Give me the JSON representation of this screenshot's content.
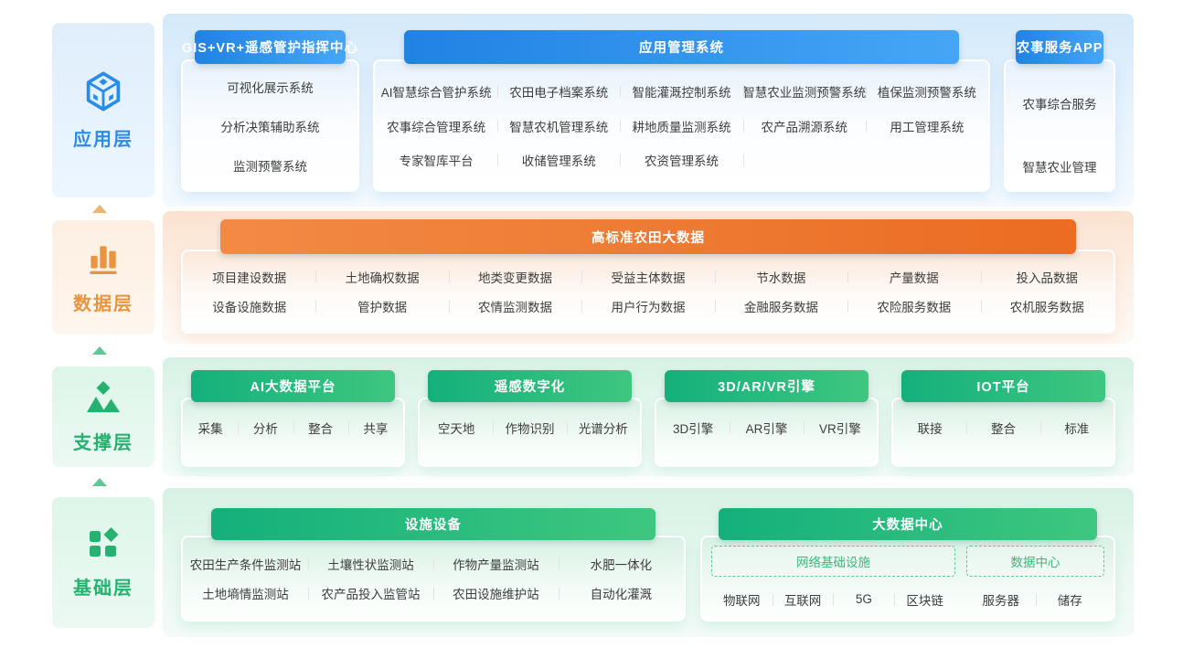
{
  "colors": {
    "blue_accent": "#2a8ce9",
    "blue_header_start": "#2182e4",
    "blue_header_end": "#46a6f5",
    "orange_accent": "#e9953f",
    "orange_header_start": "#f28a45",
    "orange_header_end": "#eb6c22",
    "green_accent": "#27b170",
    "green_header_start": "#14b07c",
    "green_header_end": "#3ec77f",
    "item_text": "#3d3d3d"
  },
  "layers": {
    "app": {
      "label": "应用层",
      "gis_panel": {
        "title": "GIS+VR+遥感管护指挥中心",
        "items": [
          "可视化展示系统",
          "分析决策辅助系统",
          "监测预警系统"
        ]
      },
      "mgmt_panel": {
        "title": "应用管理系统",
        "rows": [
          [
            "AI智慧综合管护系统",
            "农田电子档案系统",
            "智能灌溉控制系统",
            "智慧农业监测预警系统",
            "植保监测预警系统"
          ],
          [
            "农事综合管理系统",
            "智慧农机管理系统",
            "耕地质量监测系统",
            "农产品溯源系统",
            "用工管理系统"
          ],
          [
            "专家智库平台",
            "收储管理系统",
            "农资管理系统"
          ]
        ]
      },
      "app_panel": {
        "title": "农事服务APP",
        "items": [
          "农事综合服务",
          "智慧农业管理"
        ]
      }
    },
    "data": {
      "label": "数据层",
      "panel": {
        "title": "高标准农田大数据",
        "rows": [
          [
            "项目建设数据",
            "土地确权数据",
            "地类变更数据",
            "受益主体数据",
            "节水数据",
            "产量数据",
            "投入品数据"
          ],
          [
            "设备设施数据",
            "管护数据",
            "农情监测数据",
            "用户行为数据",
            "金融服务数据",
            "农险服务数据",
            "农机服务数据"
          ]
        ]
      }
    },
    "support": {
      "label": "支撑层",
      "panels": [
        {
          "title": "AI大数据平台",
          "items": [
            "采集",
            "分析",
            "整合",
            "共享"
          ]
        },
        {
          "title": "遥感数字化",
          "items": [
            "空天地",
            "作物识别",
            "光谱分析"
          ]
        },
        {
          "title": "3D/AR/VR引擎",
          "items": [
            "3D引擎",
            "AR引擎",
            "VR引擎"
          ]
        },
        {
          "title": "IOT平台",
          "items": [
            "联接",
            "整合",
            "标准"
          ]
        }
      ]
    },
    "base": {
      "label": "基础层",
      "facility_panel": {
        "title": "设施设备",
        "rows": [
          [
            "农田生产条件监测站",
            "土壤性状监测站",
            "作物产量监测站",
            "水肥一体化"
          ],
          [
            "土地墒情监测站",
            "农产品投入监管站",
            "农田设施维护站",
            "自动化灌溉"
          ]
        ]
      },
      "datacenter_panel": {
        "title": "大数据中心",
        "groups": [
          {
            "title": "网络基础设施",
            "items": [
              "物联网",
              "互联网",
              "5G",
              "区块链"
            ]
          },
          {
            "title": "数据中心",
            "items": [
              "服务器",
              "储存"
            ]
          }
        ]
      }
    }
  }
}
